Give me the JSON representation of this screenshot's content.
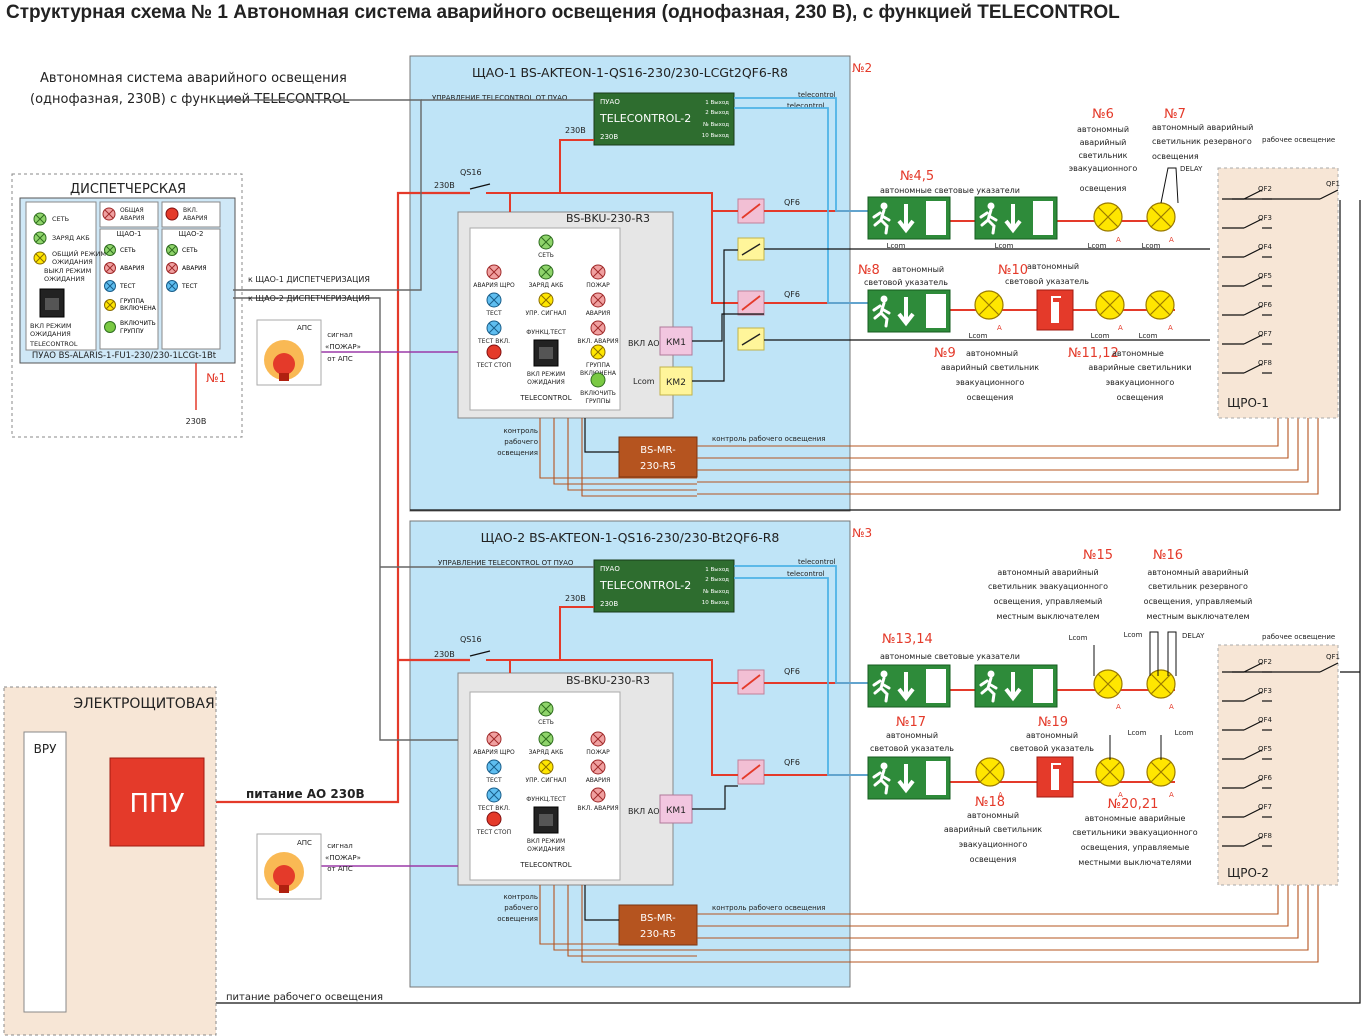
{
  "title": "Структурная схема № 1 Автономная система аварийного освещения (однофазная, 230 В), с функцией TELECONTROL",
  "intro": [
    "Автономная система аварийного освещения",
    "(однофазная, 230В) с функцией TELECONTROL"
  ],
  "dispatch": {
    "header": "ДИСПЕТЧЕРСКАЯ",
    "puao_label": "ПУАО  BS-ALARIS-1-FU1-230/230-1LCGt-1Bt",
    "num": "№1",
    "v230": "230В",
    "left_ind": [
      "СЕТЬ",
      "ЗАРЯД АКБ",
      "ОБЩИЙ РЕЖИМ",
      "ОЖИДАНИЯ",
      "ВЫКЛ РЕЖИМ",
      "ОЖИДАНИЯ"
    ],
    "btn_caption": [
      "ВКЛ РЕЖИМ",
      "ОЖИДАНИЯ"
    ],
    "telecontrol": "TELECONTROL",
    "common": [
      "ОБЩАЯ",
      "АВАРИЯ"
    ],
    "on": [
      "ВКЛ.",
      "АВАРИЯ"
    ],
    "shao1": "ЩАО-1",
    "shao2": "ЩАО-2",
    "g1": [
      "СЕТЬ",
      "АВАРИЯ",
      "ТЕСТ",
      "ГРУППА",
      "ВКЛЮЧЕНА",
      "ВКЛЮЧИТЬ",
      "ГРУППУ"
    ],
    "g2": [
      "СЕТЬ",
      "АВАРИЯ",
      "ТЕСТ"
    ]
  },
  "links": {
    "k1": "к ЩАО-1 ДИСПЕТЧЕРИЗАЦИЯ",
    "k2": "к ЩАО-2 ДИСПЕТЧЕРИЗАЦИЯ",
    "signal": [
      "сигнал",
      "«ПОЖАР»",
      "от АПС"
    ],
    "aps": "АПС"
  },
  "shao1": {
    "title": "ЩАО-1 BS-AKTEON-1-QS16-230/230-LCGt2QF6-R8",
    "num": "№2",
    "tc_ctrl": "УПРАВЛЕНИЕ TELECONTROL ОТ ПУАО",
    "tc_puao": "ПУАО",
    "tc_name": "TELECONTROL-2",
    "tc_230": "230В",
    "tc_out": [
      "1 Выход",
      "2 Выход",
      "№ Выход",
      "10 Выход"
    ],
    "tc_lines": [
      "telecontrol",
      "telecontrol"
    ],
    "qs": "QS16",
    "v230": [
      "230В",
      "230В"
    ],
    "bku": "BS-BKU-230-R3",
    "bku_labels": {
      "set": "СЕТЬ",
      "zar": "ЗАРЯД АКБ",
      "avsh": "АВАРИЯ ЩРО",
      "pozh": "ПОЖАР",
      "test": "ТЕСТ",
      "upr": "УПР. СИГНАЛ",
      "avar": "АВАРИЯ",
      "tvkl": "ТЕСТ ВКЛ.",
      "func": "ФУНКЦ.ТЕСТ",
      "vav": "ВКЛ. АВАРИЯ",
      "tstop": "ТЕСТ СТОП",
      "gr": [
        "ГРУППА",
        "ВКЛЮЧЕНА"
      ],
      "rez": [
        "ВКЛ РЕЖИМ",
        "ОЖИДАНИЯ"
      ],
      "vklg": [
        "ВКЛЮЧИТЬ",
        "ГРУППЫ"
      ],
      "tc": "TELECONTROL"
    },
    "km1": "КМ1",
    "km2": "КМ2",
    "vklao": "ВКЛ АО",
    "lcom": "Lcom",
    "ctrl": [
      "контроль",
      "рабочего",
      "освещения"
    ],
    "mr": [
      "BS-MR-",
      "230-R5"
    ],
    "ctrl_line": "контроль рабочего освещения",
    "qf6": [
      "QF6",
      "QF6"
    ],
    "n45": "№4,5",
    "n45_text": "автономные световые указатели",
    "n6": "№6",
    "n6_text": [
      "автономный",
      "аварийный",
      "светильник",
      "эвакуационного",
      "освещения"
    ],
    "n7": "№7",
    "n7_text": [
      "автономный аварийный",
      "светильник резервного",
      "освещения"
    ],
    "delay": "DELAY",
    "n8": "№8",
    "n8_text": [
      "автономный",
      "световой указатель"
    ],
    "n10": "№10",
    "n10_text": [
      "автономный",
      "световой указатель"
    ],
    "n9": "№9",
    "n9_text": [
      "автономный",
      "аварийный светильник",
      "эвакуационного",
      "освещения"
    ],
    "n1112": "№11,12",
    "n1112_text": [
      "автономные",
      "аварийные светильники",
      "эвакуационного",
      "освещения"
    ],
    "lcom_labels": [
      "Lcom",
      "Lcom",
      "Lcom",
      "Lcom",
      "Lcom",
      "Lcom",
      "Lcom"
    ],
    "a_label": "A"
  },
  "shao2": {
    "title": "ЩАО-2 BS-AKTEON-1-QS16-230/230-Bt2QF6-R8",
    "num": "№3",
    "n1314": "№13,14",
    "n1314_text": "автономные световые указатели",
    "n15": "№15",
    "n15_text": [
      "автономный аварийный",
      "светильник эвакуационного",
      "освещения, управляемый",
      "местным выключателем"
    ],
    "n16": "№16",
    "n16_text": [
      "автономный аварийный",
      "светильник резервного",
      "освещения, управляемый",
      "местным выключателем"
    ],
    "n17": "№17",
    "n17_text": [
      "автономный",
      "световой указатель"
    ],
    "n19": "№19",
    "n19_text": [
      "автономный",
      "световой указатель"
    ],
    "n18": "№18",
    "n18_text": [
      "автономный",
      "аварийный светильник",
      "эвакуационного",
      "освещения"
    ],
    "n2021": "№20,21",
    "n2021_text": [
      "автономные аварийные",
      "светильники эвакуационного",
      "освещения, управляемые",
      "местными выключателями"
    ]
  },
  "shro": {
    "work": "рабочее освещение",
    "qf1": "QF1",
    "qf": [
      "QF2",
      "QF3",
      "QF4",
      "QF5",
      "QF6",
      "QF7",
      "QF8"
    ],
    "shro1": "ЩРО-1",
    "shro2": "ЩРО-2"
  },
  "elec": {
    "header": "ЭЛЕКТРОЩИТОВАЯ",
    "vru": "ВРУ",
    "ppu": "ППУ",
    "pitanie": "питание АО 230В",
    "pit_rab": "питание рабочего освещения"
  }
}
